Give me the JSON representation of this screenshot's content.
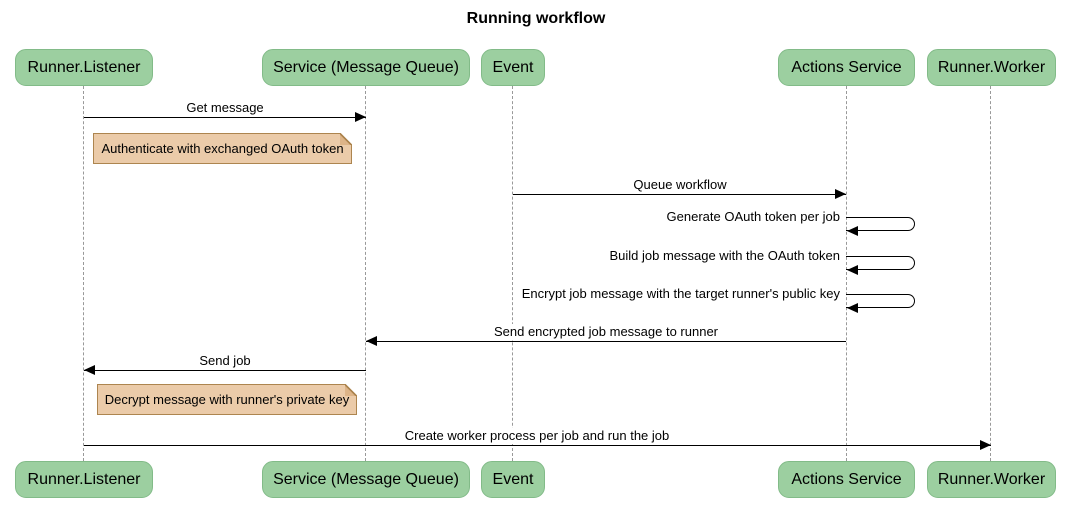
{
  "title": "Running workflow",
  "colors": {
    "actor_fill": "#9CCFA0",
    "actor_border": "#82BB88",
    "note_fill": "#EBCBA9",
    "note_border": "#AD854F",
    "line": "#000000",
    "lifeline": "#999999",
    "background": "#FFFFFF",
    "text": "#000000"
  },
  "participants": [
    {
      "label": "Runner.Listener"
    },
    {
      "label": "Service (Message Queue)"
    },
    {
      "label": "Event"
    },
    {
      "label": "Actions Service"
    },
    {
      "label": "Runner.Worker"
    }
  ],
  "messages": [
    {
      "from": "Runner.Listener",
      "to": "Service (Message Queue)",
      "label": "Get message",
      "type": "solid-arrow"
    },
    {
      "from": "Event",
      "to": "Actions Service",
      "label": "Queue workflow",
      "type": "solid-arrow"
    },
    {
      "from": "Actions Service",
      "to": "Actions Service",
      "label": "Generate OAuth token per job",
      "type": "self-loop"
    },
    {
      "from": "Actions Service",
      "to": "Actions Service",
      "label": "Build job message with the OAuth token",
      "type": "self-loop"
    },
    {
      "from": "Actions Service",
      "to": "Actions Service",
      "label": "Encrypt job message with the target runner's public key",
      "type": "self-loop"
    },
    {
      "from": "Actions Service",
      "to": "Service (Message Queue)",
      "label": "Send encrypted job message to runner",
      "type": "solid-arrow"
    },
    {
      "from": "Service (Message Queue)",
      "to": "Runner.Listener",
      "label": "Send job",
      "type": "solid-arrow"
    },
    {
      "from": "Runner.Listener",
      "to": "Runner.Worker",
      "label": "Create worker process per job and run the job",
      "type": "solid-arrow"
    }
  ],
  "notes": [
    {
      "over": "Runner.Listener",
      "text": "Authenticate with exchanged OAuth token"
    },
    {
      "over": "Runner.Listener",
      "text": "Decrypt message with runner's private key"
    }
  ]
}
